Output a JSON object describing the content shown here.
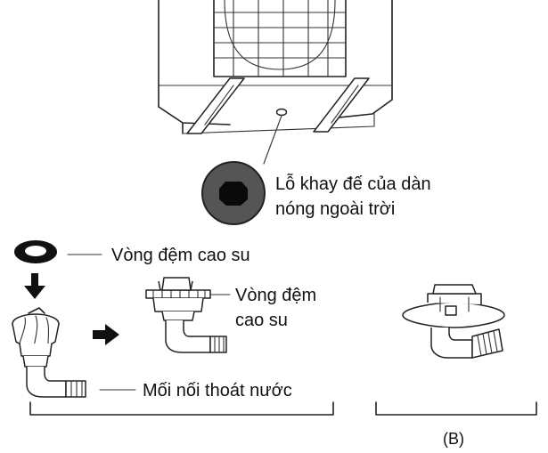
{
  "labels": {
    "base_hole": [
      "Lỗ khay đế của dàn",
      "nóng ngoài trời"
    ],
    "rubber_gasket_top": "Vòng đệm cao su",
    "rubber_gasket_side": [
      "Vòng đệm",
      "cao su"
    ],
    "drain_joint": "Mối nối thoát nước",
    "variant_b": "(B)"
  },
  "colors": {
    "line": "#222222",
    "hole_fill": "#555555",
    "hole_core": "#0a0a0a",
    "gasket": "#111111"
  }
}
